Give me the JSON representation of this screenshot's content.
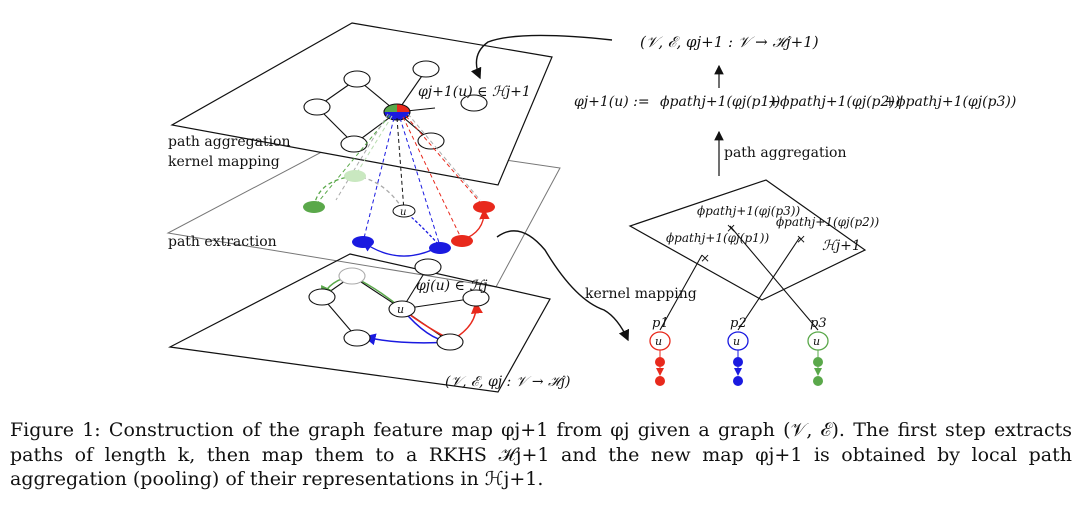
{
  "figure": {
    "labels": {
      "layer_top": "φj+1(u) ∈ ℋj+1",
      "layer_bottom": "φj(u) ∈ ℋj",
      "stage_path_aggregation": "path aggregation",
      "stage_kernel_mapping": "kernel mapping",
      "stage_path_extraction": "path extraction",
      "graph_bottom": "(𝒱, ℰ, φj : 𝒱 → ℋj)",
      "graph_top": "(𝒱, ℰ, φj+1 : 𝒱 → ℋj+1)",
      "formula_lhs": "φj+1(u) :=",
      "formula_t1": "ϕpathj+1(φj(p1))",
      "formula_t2": "ϕpathj+1(φj(p2))",
      "formula_t3": "ϕpathj+1(φj(p3))",
      "plus": "+",
      "right_path_aggregation": "path aggregation",
      "right_kernel_mapping": "kernel mapping",
      "space_label": "ℋj+1",
      "proj_p1": "ϕpathj+1(φj(p1))",
      "proj_p2": "ϕpathj+1(φj(p2))",
      "proj_p3": "ϕpathj+1(φj(p3))",
      "p1": "p1",
      "p2": "p2",
      "p3": "p3",
      "u": "u"
    },
    "colors": {
      "red": "#e8291c",
      "blue": "#1a1ae0",
      "green": "#5aa84a",
      "light_green": "#c9e8c0",
      "line": "#111111"
    }
  },
  "caption": {
    "text": "Figure 1: Construction of the graph feature map φj+1 from φj given a graph (𝒱, ℰ). The first step extracts paths of length k, then map them to a RKHS ℋj+1 and the new map φj+1 is obtained by local path aggregation (pooling) of their representations in ℋj+1."
  }
}
